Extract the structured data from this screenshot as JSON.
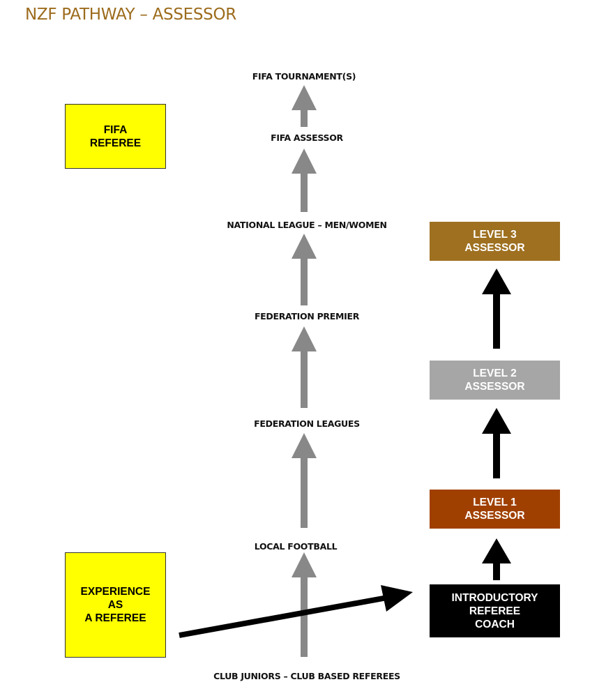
{
  "title": "NZF PATHWAY – ASSESSOR",
  "colors": {
    "title": "#9C6B1C",
    "yellow": "#FFFF00",
    "level3": "#9E7020",
    "level2": "#A6A6A6",
    "level1": "#A04000",
    "intro": "#000000",
    "gray_arrow": "#888888",
    "black_arrow": "#000000"
  },
  "left_boxes": {
    "fifa_referee": [
      "FIFA",
      "REFEREE"
    ],
    "experience": [
      "EXPERIENCE",
      "AS",
      "A REFEREE"
    ]
  },
  "referee_pathway": {
    "levels": [
      "FIFA TOURNAMENT(S)",
      "FIFA ASSESSOR",
      "NATIONAL LEAGUE – MEN/WOMEN",
      "FEDERATION PREMIER",
      "FEDERATION LEAGUES",
      "LOCAL FOOTBALL",
      "CLUB JUNIORS – CLUB BASED REFEREES"
    ]
  },
  "assessor_pathway": {
    "level3": [
      "LEVEL 3",
      "ASSESSOR"
    ],
    "level2": [
      "LEVEL 2",
      "ASSESSOR"
    ],
    "level1": [
      "LEVEL 1",
      "ASSESSOR"
    ],
    "intro": [
      "INTRODUCTORY",
      "REFEREE",
      "COACH"
    ]
  }
}
